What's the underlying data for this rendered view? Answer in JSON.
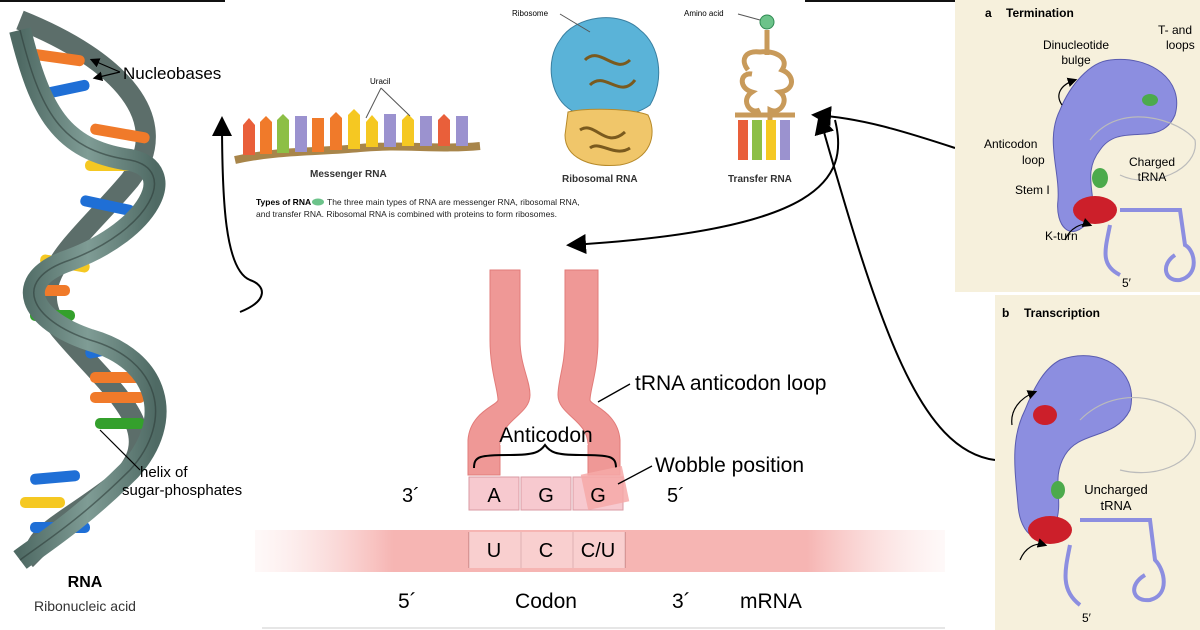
{
  "helix": {
    "label_nucleobases": "Nucleobases",
    "label_backbone": "helix of sugar-phosphates",
    "label_backbone_line1": "helix of",
    "label_backbone_line2": "sugar-phosphates",
    "title": "RNA",
    "subtitle": "Ribonucleic acid"
  },
  "types_panel": {
    "uracil": "Uracil",
    "ribosome": "Ribosome",
    "amino_acid": "Amino acid",
    "mrna": "Messenger RNA",
    "rrna": "Ribosomal RNA",
    "trna": "Transfer RNA",
    "caption_bold": "Types of RNA",
    "caption_line1": "The three main types of RNA are messenger RNA, ribosomal RNA,",
    "caption_line2": "and transfer RNA. Ribosomal RNA is combined with proteins to form ribosomes."
  },
  "codon_panel": {
    "anticodon_loop_label": "tRNA anticodon loop",
    "anticodon_label": "Anticodon",
    "wobble_label": "Wobble position",
    "anticodon_bases": [
      "A",
      "G",
      "G"
    ],
    "codon_bases": [
      "U",
      "C",
      "C/U"
    ],
    "three_prime": "3´",
    "five_prime": "5´",
    "bottom_five": "5´",
    "codon_label": "Codon",
    "bottom_three": "3´",
    "mrna_label": "mRNA"
  },
  "termination_panel": {
    "heading_letter": "a",
    "heading": "Termination",
    "dinucleotide_line1": "Dinucleotide",
    "dinucleotide_line2": "bulge",
    "t_loops_line1": "T- and",
    "t_loops_line2": "loops",
    "anticodon_line1": "Anticodon",
    "anticodon_line2": "loop",
    "charged_line1": "Charged",
    "charged_line2": "tRNA",
    "stem": "Stem I",
    "kturn": "K-turn",
    "five": "5′"
  },
  "transcription_panel": {
    "heading_letter": "b",
    "heading": "Transcription",
    "uncharged_line1": "Uncharged",
    "uncharged_line2": "tRNA",
    "five": "5′"
  },
  "colors": {
    "helix_ribbon": "#6f8c86",
    "orange": "#f07a2a",
    "blue": "#1f6fd6",
    "yellow": "#f5c822",
    "green": "#34a02c",
    "trna_pink": "#ee8a88",
    "protein_purple": "#8c8ee0",
    "rna_red": "#cc1f2a"
  }
}
